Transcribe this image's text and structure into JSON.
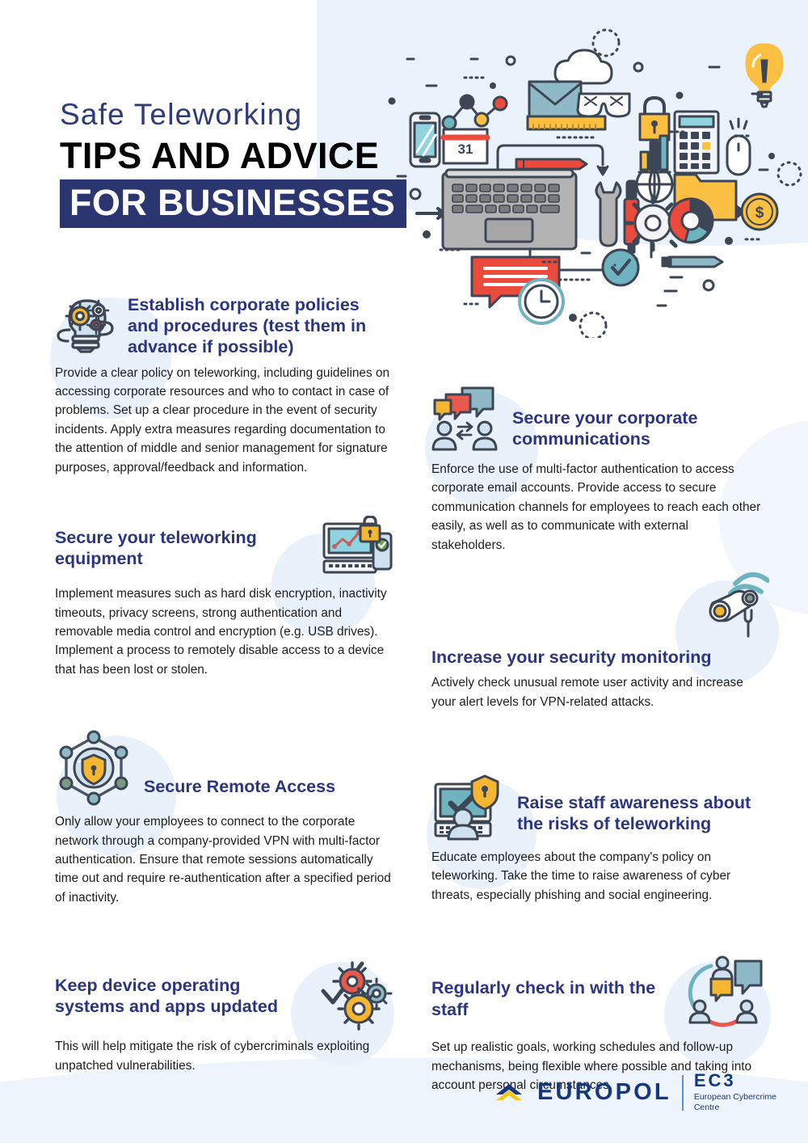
{
  "colors": {
    "brand_navy": "#2b3570",
    "heading_blue": "#2b3580",
    "hero_bg": "#eaf2fb",
    "icon_circle": "#e9f1fb",
    "footer_band": "#eef4fc",
    "accent_yellow": "#f7b93a",
    "accent_red": "#ea4b3c",
    "accent_teal": "#6fb3c0",
    "ink": "#3d4654"
  },
  "title": {
    "subtitle": "Safe Teleworking",
    "main": "TIPS AND ADVICE",
    "band": "FOR BUSINESSES"
  },
  "hero": {
    "icon_name": "teleworking-devices-illustration",
    "calendar_day": "31"
  },
  "left_column": [
    {
      "icon_name": "lightbulb-gears-icon",
      "title": "Establish corporate policies and procedures (test them in advance if possible)",
      "body": "Provide a clear policy on teleworking, including guidelines on accessing corporate resources and who to contact in case of problems. Set up a clear procedure in the event of security incidents. Apply extra measures regarding documentation to the attention of middle and senior management for signature purposes, approval/feedback and information."
    },
    {
      "icon_name": "laptop-lock-phone-icon",
      "title": "Secure your teleworking equipment",
      "body": "Implement measures such as hard disk encryption, inactivity timeouts, privacy screens, strong authentication and removable media control and encryption (e.g. USB drives). Implement a process to remotely disable access to a device that has been lost or stolen."
    },
    {
      "icon_name": "network-shield-lock-icon",
      "title": "Secure Remote Access",
      "body": "Only allow your employees to connect to the corporate network through a company-provided VPN with multi-factor authentication. Ensure that remote sessions automatically time out and require re-authentication after a specified period of inactivity."
    },
    {
      "icon_name": "gears-checkmark-icon",
      "title": "Keep device operating systems and apps updated",
      "body": "This will help mitigate the risk of cybercriminals exploiting unpatched vulnerabilities."
    }
  ],
  "right_column": [
    {
      "icon_name": "people-chat-bubbles-icon",
      "title": "Secure your corporate communications",
      "body": "Enforce the use of multi-factor authentication to access corporate email accounts. Provide access to secure communication channels for employees to reach each other easily, as well as to communicate with external stakeholders."
    },
    {
      "icon_name": "security-camera-signal-icon",
      "title": "Increase your security monitoring",
      "body": "Actively check unusual remote user activity and increase your alert levels for VPN-related attacks."
    },
    {
      "icon_name": "monitor-user-shield-icon",
      "title": "Raise staff awareness about the risks of teleworking",
      "body": "Educate employees about the company's policy on teleworking. Take the time to raise awareness of cyber threats, especially phishing and social engineering."
    },
    {
      "icon_name": "team-chat-circle-icon",
      "title": "Regularly check in with the staff",
      "body": "Set up realistic goals, working schedules and follow-up mechanisms, being flexible where possible and taking into account personal circumstances."
    }
  ],
  "footer": {
    "logo_mark_name": "europol-wave-logo",
    "europol_word": "EUROPOL",
    "ec3_title": "EC3",
    "ec3_subtitle_line1": "European Cybercrime",
    "ec3_subtitle_line2": "Centre"
  }
}
